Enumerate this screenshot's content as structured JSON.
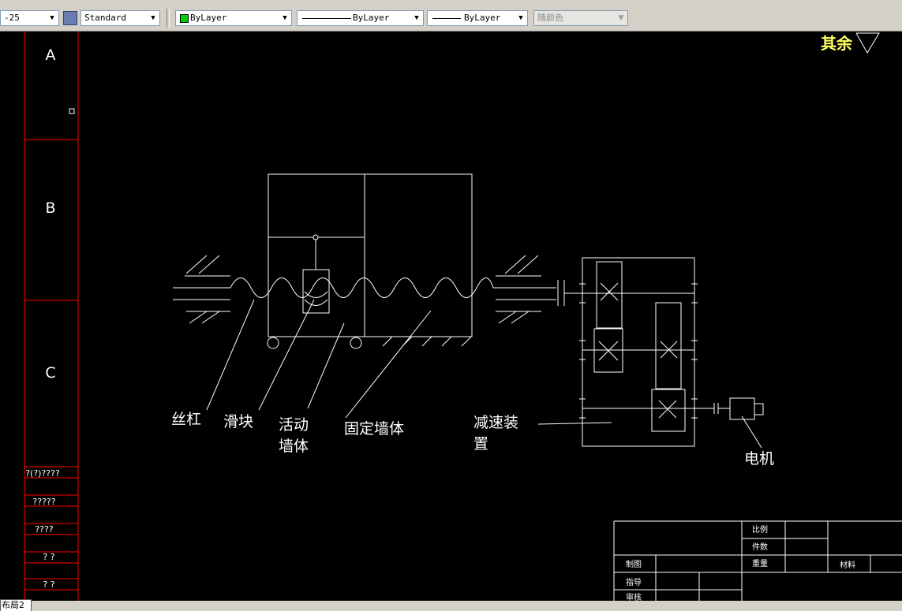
{
  "toolbar": {
    "dimstyle": "-25",
    "textstyle": "Standard",
    "layer_color": "ByLayer",
    "linetype": "ByLayer",
    "lineweight": "ByLayer",
    "plotstyle": "随颜色",
    "layer_swatch_color": "#00d000"
  },
  "roughness": {
    "label": "其余"
  },
  "frame_zones": [
    "A",
    "B",
    "C"
  ],
  "left_table": [
    "?(?)????",
    "?????",
    "????",
    "?  ?",
    "?  ?"
  ],
  "labels": {
    "lead_screw": "丝杠",
    "slider": "滑块",
    "movable_wall_1": "活动",
    "movable_wall_2": "墙体",
    "fixed_wall": "固定墙体",
    "reducer_1": "减速装",
    "reducer_2": "置",
    "motor": "电机"
  },
  "title_block": {
    "scale": "比例",
    "qty": "件数",
    "weight": "重量",
    "material": "材料",
    "drawn": "制图",
    "guide": "指导",
    "review": "审核"
  },
  "layout_tab": "布局2",
  "colors": {
    "line": "#ffffff",
    "frame": "#ff0000",
    "accent": "#ffff66"
  }
}
